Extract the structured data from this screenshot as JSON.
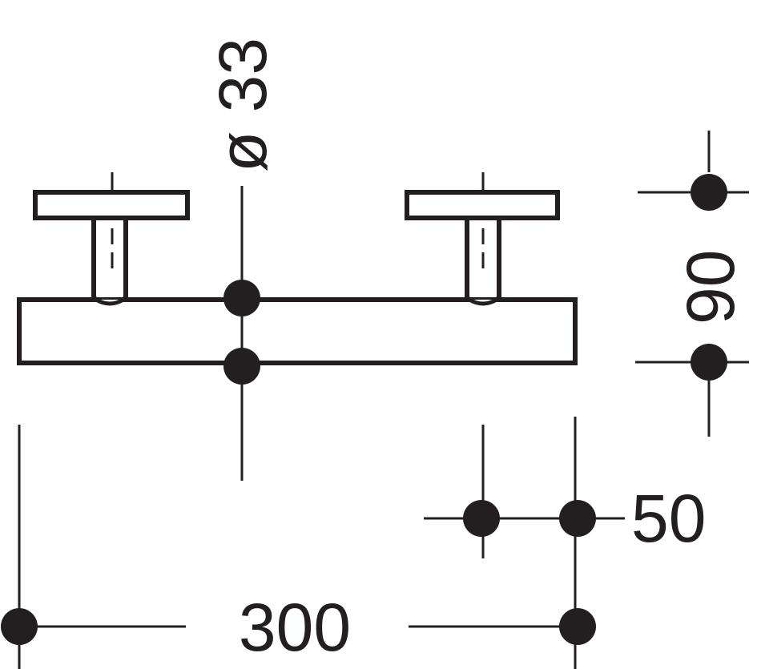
{
  "drawing": {
    "colors": {
      "ink": "#231f20",
      "paper": "#ffffff"
    },
    "dimensions": {
      "pipe_diameter": "ø 33",
      "projection": "90",
      "offset": "50",
      "width": "300"
    }
  }
}
